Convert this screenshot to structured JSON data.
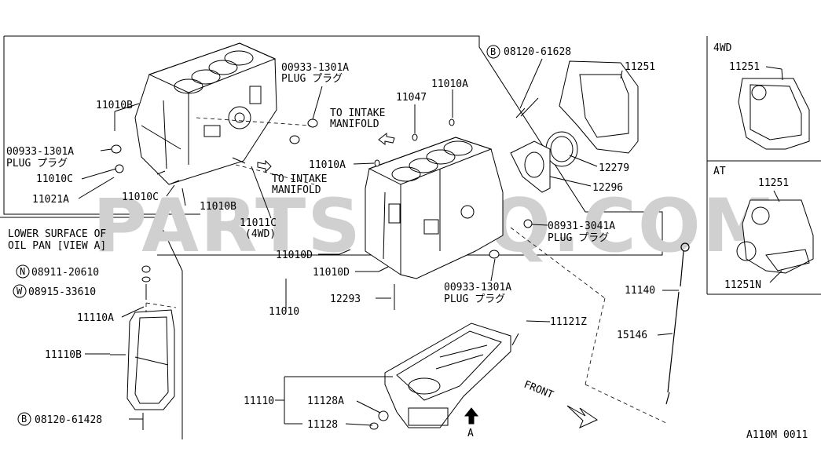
{
  "labels": {
    "p00933_top": "00933-1301A",
    "plug_top": "PLUG プラグ",
    "to_intake_1a": "TO INTAKE",
    "to_intake_1b": "MANIFOLD",
    "p11010B": "11010B",
    "p00933_left": "00933-1301A",
    "plug_left": "PLUG プラグ",
    "p11010C_a": "11010C",
    "p11021A": "11021A",
    "p11010C_b": "11010C",
    "p11010B_b": "11010B",
    "to_intake_2a": "TO INTAKE",
    "to_intake_2b": "MANIFOLD",
    "p11011C": "11011C",
    "p4wd_paren": "(4WD)",
    "p11047": "11047",
    "p11010A_top": "11010A",
    "p11010A_mid": "11010A",
    "p11010D_a": "11010D",
    "p11010D_b": "11010D",
    "p12293": "12293",
    "p11010": "11010",
    "p00933_bot": "00933-1301A",
    "plug_bot": "PLUG プラグ",
    "p08931": "08931-3041A",
    "plug_right": "PLUG プラグ",
    "p08120_top": "08120-61628",
    "p11251": "11251",
    "p12279": "12279",
    "p12296": "12296",
    "h4wd": "4WD",
    "p11251_4wd": "11251",
    "hAT": "AT",
    "p11251_at": "11251",
    "p11251N": "11251N",
    "p11140": "11140",
    "p15146": "15146",
    "p11121Z": "11121Z",
    "lower_surface_a": "LOWER SURFACE OF",
    "lower_surface_b": "OIL PAN [VIEW A]",
    "p08911": "08911-20610",
    "p08915": "08915-33610",
    "p11110A": "11110A",
    "p11110B": "11110B",
    "p08120_bot": "08120-61428",
    "p11110": "11110",
    "p11128A": "11128A",
    "p11128": "11128",
    "view_a": "A",
    "front": "FRONT",
    "ref_code": "A110M 0011"
  },
  "symbols": {
    "b_top": "B",
    "b_bot": "B",
    "n": "N",
    "w": "W"
  },
  "watermark": "PARTSOUQ.COM",
  "colors": {
    "line": "#000000",
    "watermark": "#d0d0d0"
  }
}
